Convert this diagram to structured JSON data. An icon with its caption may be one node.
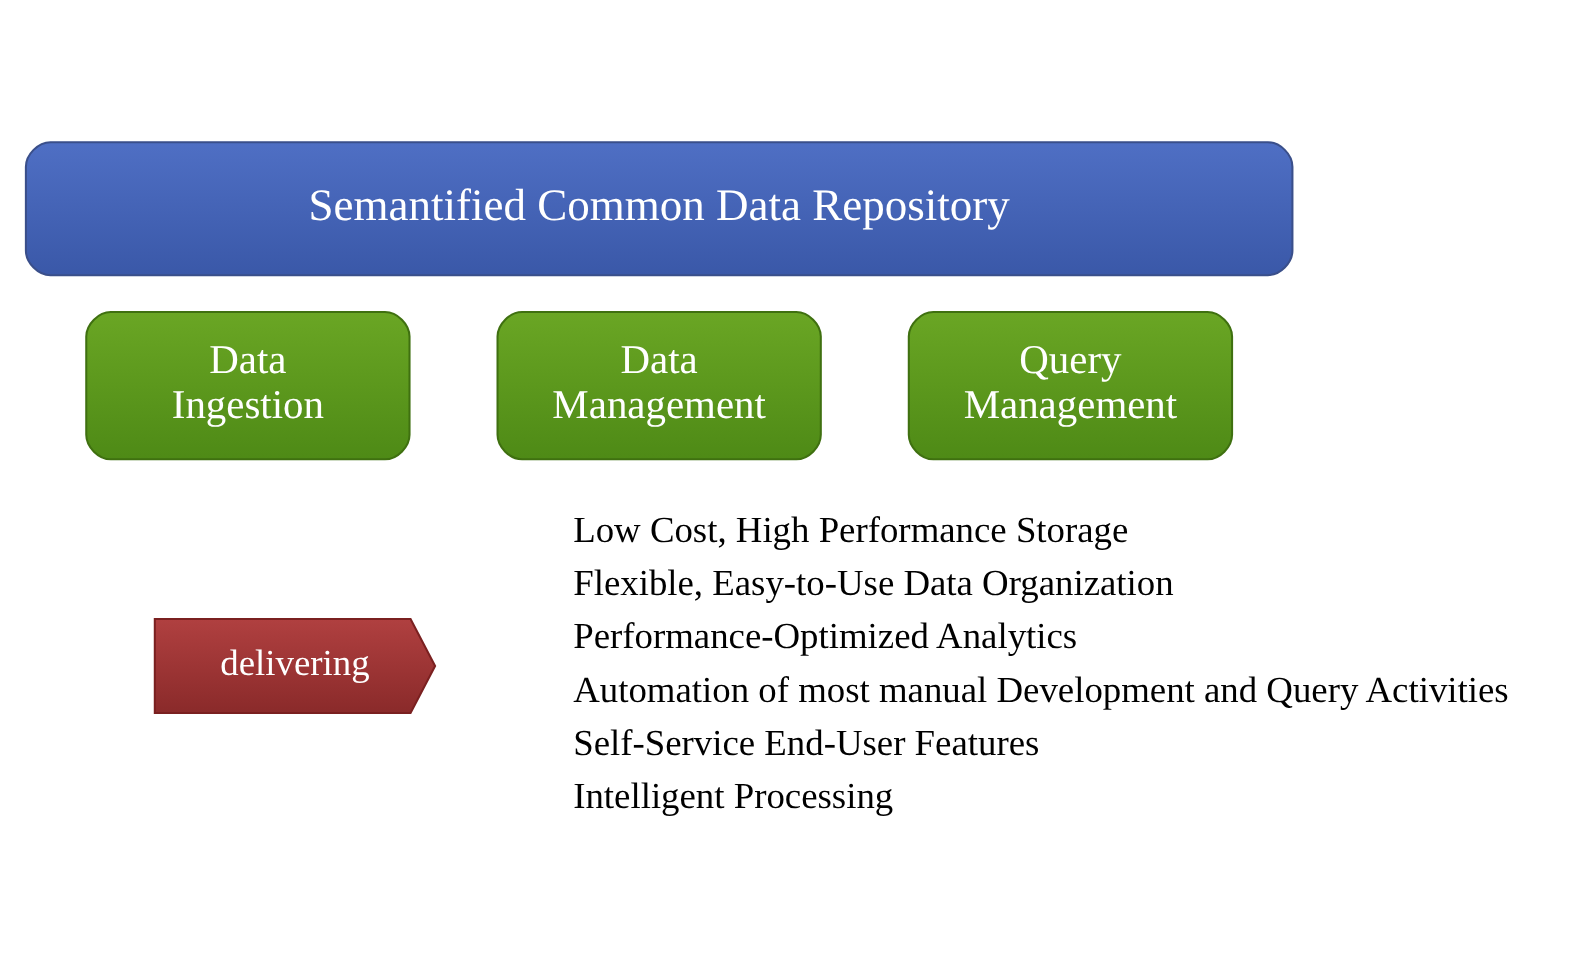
{
  "diagram": {
    "nodes": [
      {
        "text": [
          "Semantified Common Data Repository"
        ]
      },
      {
        "text": [
          "Data Ingestion"
        ]
      },
      {
        "text": [
          "Data Management"
        ]
      },
      {
        "text": [
          "Query Management"
        ]
      },
      {
        "text": [
          "delivering"
        ]
      }
    ],
    "edges": [],
    "labels": [
      "Low Cost, High Performance Storage",
      "Flexible, Easy-to-Use Data Organization",
      "Performance-Optimized Analytics",
      "Automation of most manual Development and Query Activities",
      "Self-Service End-User Features",
      "Intelligent Processing"
    ]
  }
}
